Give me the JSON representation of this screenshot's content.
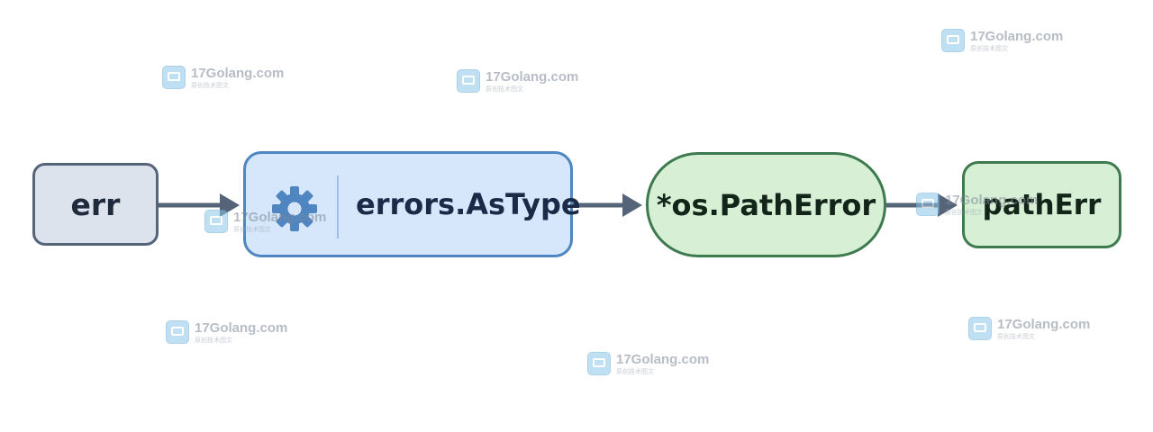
{
  "nodes": {
    "err": {
      "label": "err"
    },
    "as_type": {
      "label": "errors.AsType",
      "icon": "gear-icon"
    },
    "path_error_type": {
      "label": "*os.PathError"
    },
    "path_err": {
      "label": "pathErr"
    }
  },
  "edges": [
    {
      "from": "err",
      "to": "errors.AsType"
    },
    {
      "from": "errors.AsType",
      "to": "*os.PathError"
    },
    {
      "from": "*os.PathError",
      "to": "pathErr"
    }
  ],
  "colors": {
    "neutral_fill": "#dde3ec",
    "neutral_border": "#56647a",
    "function_fill": "#d6e7fc",
    "function_border": "#4f86c2",
    "type_fill": "#d7efd5",
    "type_border": "#3d7a4e",
    "arrow": "#56647a",
    "gear": "#4f86c2"
  },
  "watermark": {
    "site": "17Golang.com",
    "tagline": "原创技术图文"
  }
}
